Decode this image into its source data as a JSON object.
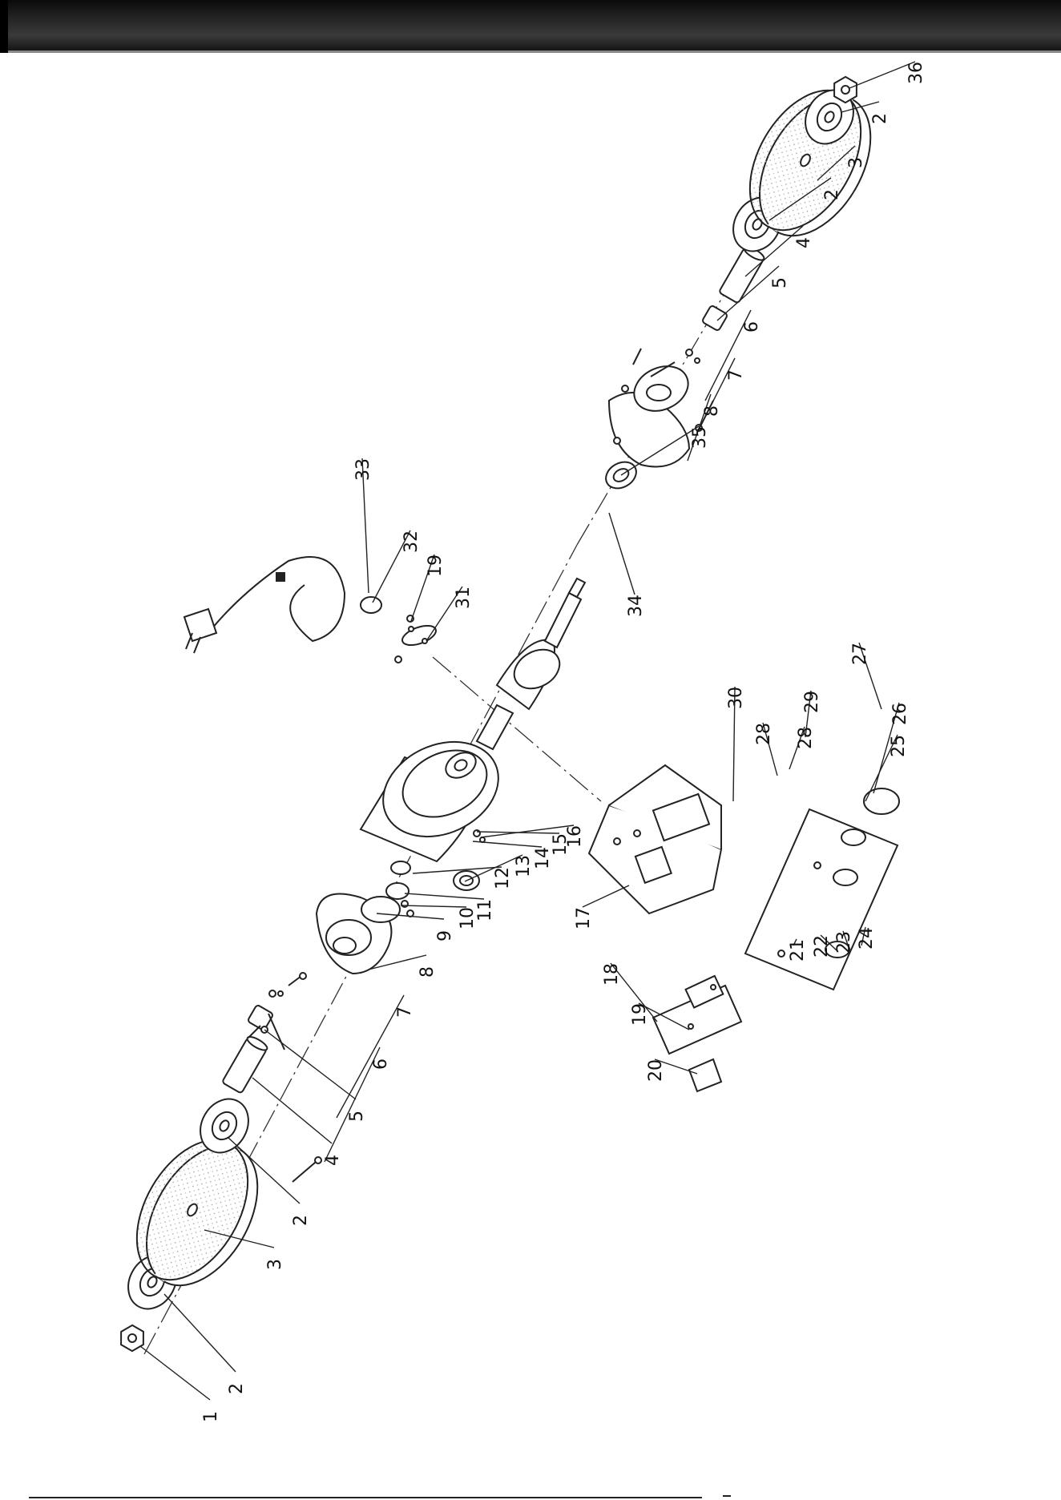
{
  "header": {
    "title": ""
  },
  "callouts": [
    {
      "num": "1"
    },
    {
      "num": "2"
    },
    {
      "num": "3"
    },
    {
      "num": "2"
    },
    {
      "num": "4"
    },
    {
      "num": "5"
    },
    {
      "num": "6"
    },
    {
      "num": "7"
    },
    {
      "num": "8"
    },
    {
      "num": "9"
    },
    {
      "num": "10"
    },
    {
      "num": "11"
    },
    {
      "num": "12"
    },
    {
      "num": "13"
    },
    {
      "num": "14"
    },
    {
      "num": "15"
    },
    {
      "num": "16"
    },
    {
      "num": "17"
    },
    {
      "num": "18"
    },
    {
      "num": "19"
    },
    {
      "num": "20"
    },
    {
      "num": "21"
    },
    {
      "num": "22"
    },
    {
      "num": "23"
    },
    {
      "num": "24"
    },
    {
      "num": "25"
    },
    {
      "num": "26"
    },
    {
      "num": "27"
    },
    {
      "num": "28"
    },
    {
      "num": "28"
    },
    {
      "num": "29"
    },
    {
      "num": "30"
    },
    {
      "num": "31"
    },
    {
      "num": "19"
    },
    {
      "num": "32"
    },
    {
      "num": "33"
    },
    {
      "num": "34"
    },
    {
      "num": "35"
    },
    {
      "num": "8"
    },
    {
      "num": "7"
    },
    {
      "num": "6"
    },
    {
      "num": "5"
    },
    {
      "num": "4"
    },
    {
      "num": "2"
    },
    {
      "num": "3"
    },
    {
      "num": "2"
    },
    {
      "num": "36"
    }
  ],
  "icons": {
    "drawing": "exploded-view-diagram"
  }
}
